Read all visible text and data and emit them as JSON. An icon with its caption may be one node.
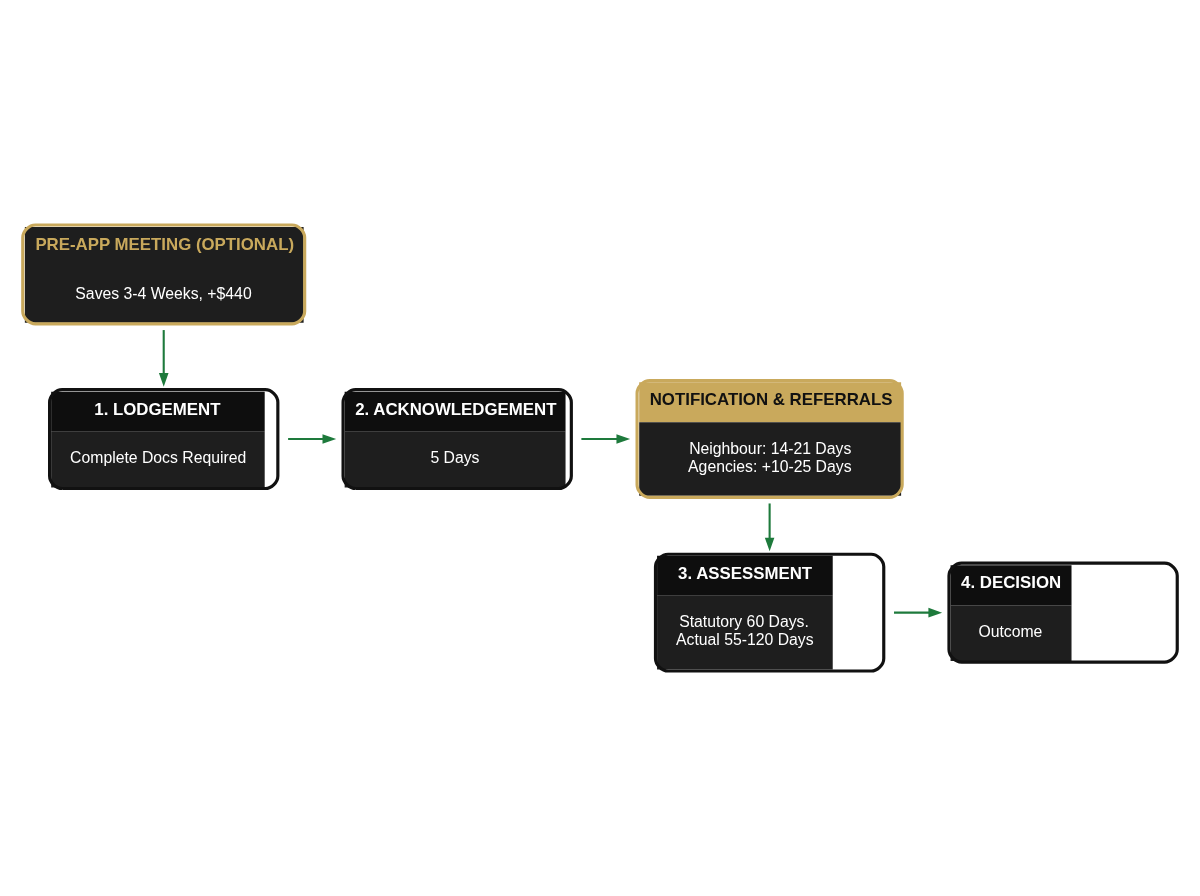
{
  "diagram": {
    "nodes": [
      {
        "text": [
          "PRE-APP MEETING (OPTIONAL)",
          "Saves 3-4 Weeks, +$440"
        ]
      },
      {
        "text": [
          "1. LODGEMENT",
          "Complete Docs Required"
        ]
      },
      {
        "text": [
          "2. ACKNOWLEDGEMENT",
          "5 Days"
        ]
      },
      {
        "text": [
          "NOTIFICATION & REFERRALS",
          "Neighbour: 14-21 Days",
          "Agencies: +10-25 Days"
        ]
      },
      {
        "text": [
          "3. ASSESSMENT",
          "Statutory 60 Days.",
          "Actual 55-120 Days"
        ]
      },
      {
        "text": [
          "4. DECISION",
          "Outcome"
        ]
      }
    ],
    "edges": [
      {
        "from": 0,
        "to": 1,
        "arrow": "to"
      },
      {
        "from": 1,
        "to": 2,
        "arrow": "to"
      },
      {
        "from": 2,
        "to": 3,
        "arrow": "to"
      },
      {
        "from": 3,
        "to": 4,
        "arrow": "to"
      },
      {
        "from": 4,
        "to": 5,
        "arrow": "to"
      }
    ]
  }
}
